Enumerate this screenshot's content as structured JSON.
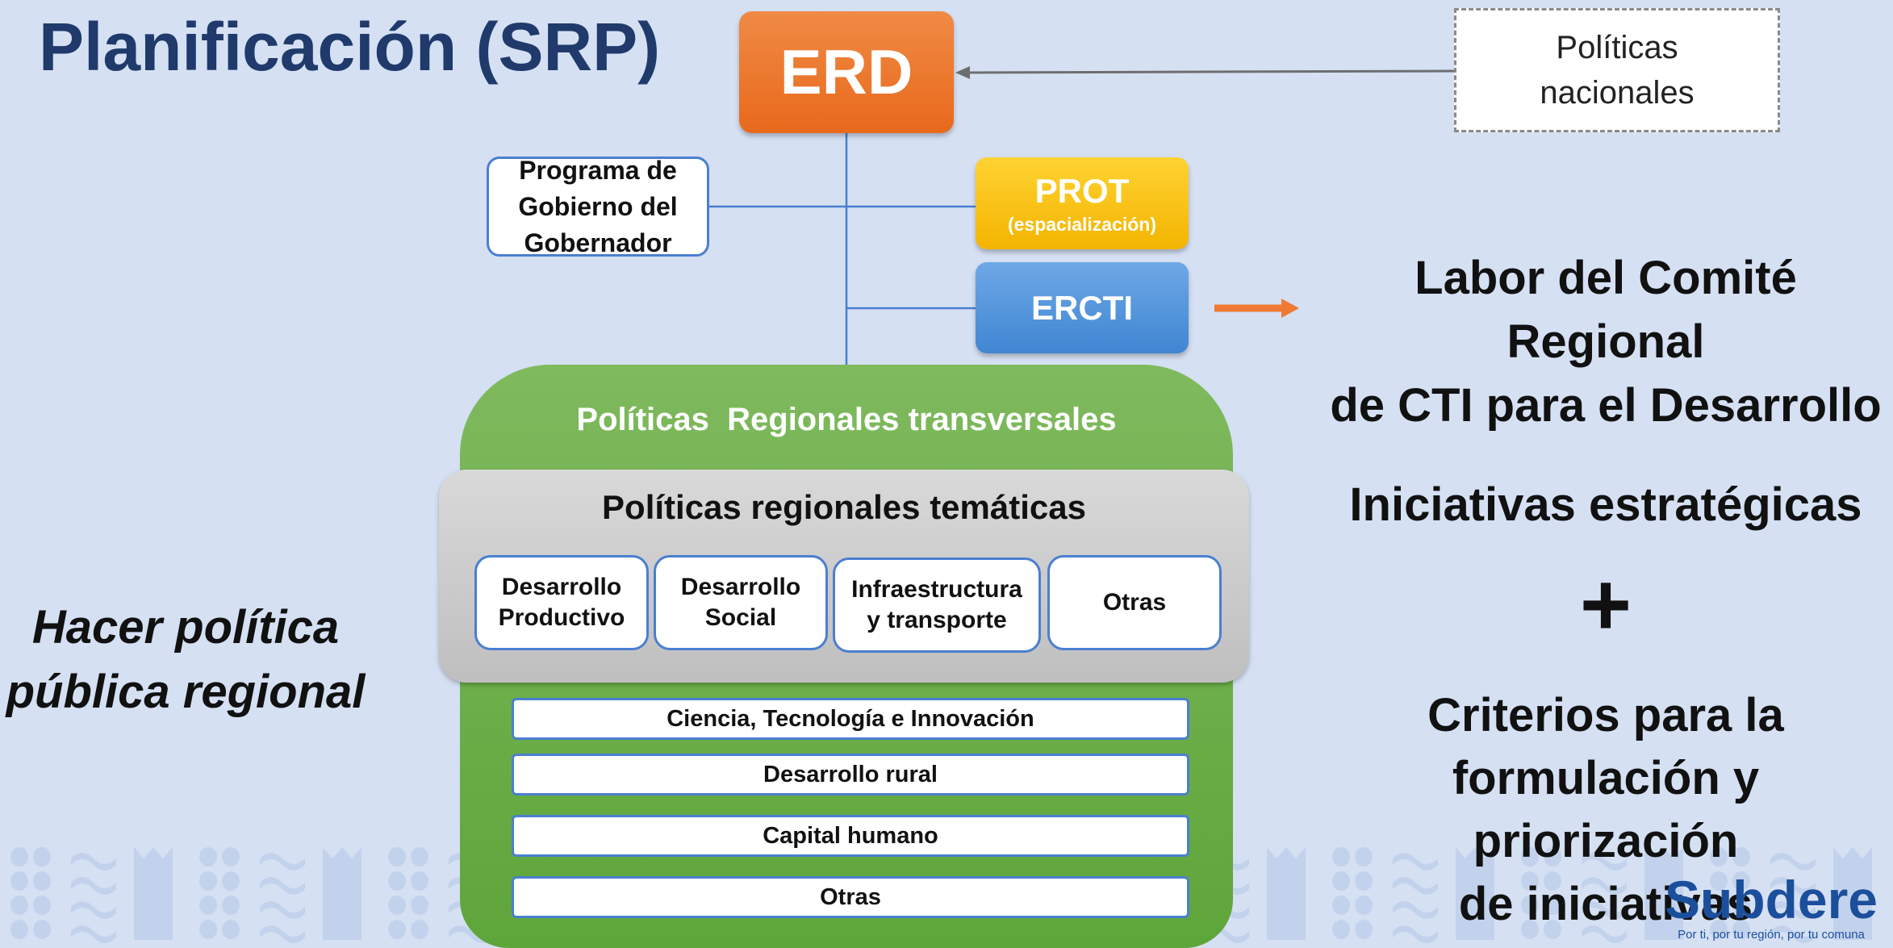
{
  "title": "Planificación (SRP)",
  "erd": "ERD",
  "politicas_nacionales": [
    "Políticas",
    "nacionales"
  ],
  "programa_gobierno": [
    "Programa de",
    "Gobierno del",
    "Gobernador"
  ],
  "prot": {
    "label": "PROT",
    "sub": "(espacialización)"
  },
  "ercti": "ERCTI",
  "labor": [
    "Labor del Comité Regional",
    "de CTI para el Desarrollo"
  ],
  "iniciativas": "Iniciativas estratégicas",
  "plus": "+",
  "criterios": [
    "Criterios para la",
    "formulación y priorización",
    "de iniciativas"
  ],
  "hacer_politica": [
    "Hacer política",
    "pública regional"
  ],
  "politicas_transversales": "Políticas  Regionales transversales",
  "politicas_tematicas": {
    "title": "Políticas regionales temáticas",
    "boxes": [
      [
        "Desarrollo",
        "Productivo"
      ],
      [
        "Desarrollo",
        "Social"
      ],
      [
        "Infraestructura",
        "y transporte"
      ],
      [
        "Otras"
      ]
    ]
  },
  "transversal_items": [
    "Ciencia, Tecnología e Innovación",
    "Desarrollo rural",
    "Capital humano",
    "Otras"
  ],
  "brand": {
    "name": "Subdere",
    "tagline": "Por ti, por tu región, por tu comuna"
  },
  "colors": {
    "background": "#d5e0f3",
    "orange": "#e8691c",
    "yellow": "#f3b400",
    "blue": "#3f86d2",
    "green": "#5ea53a",
    "title": "#1f3a6b"
  }
}
